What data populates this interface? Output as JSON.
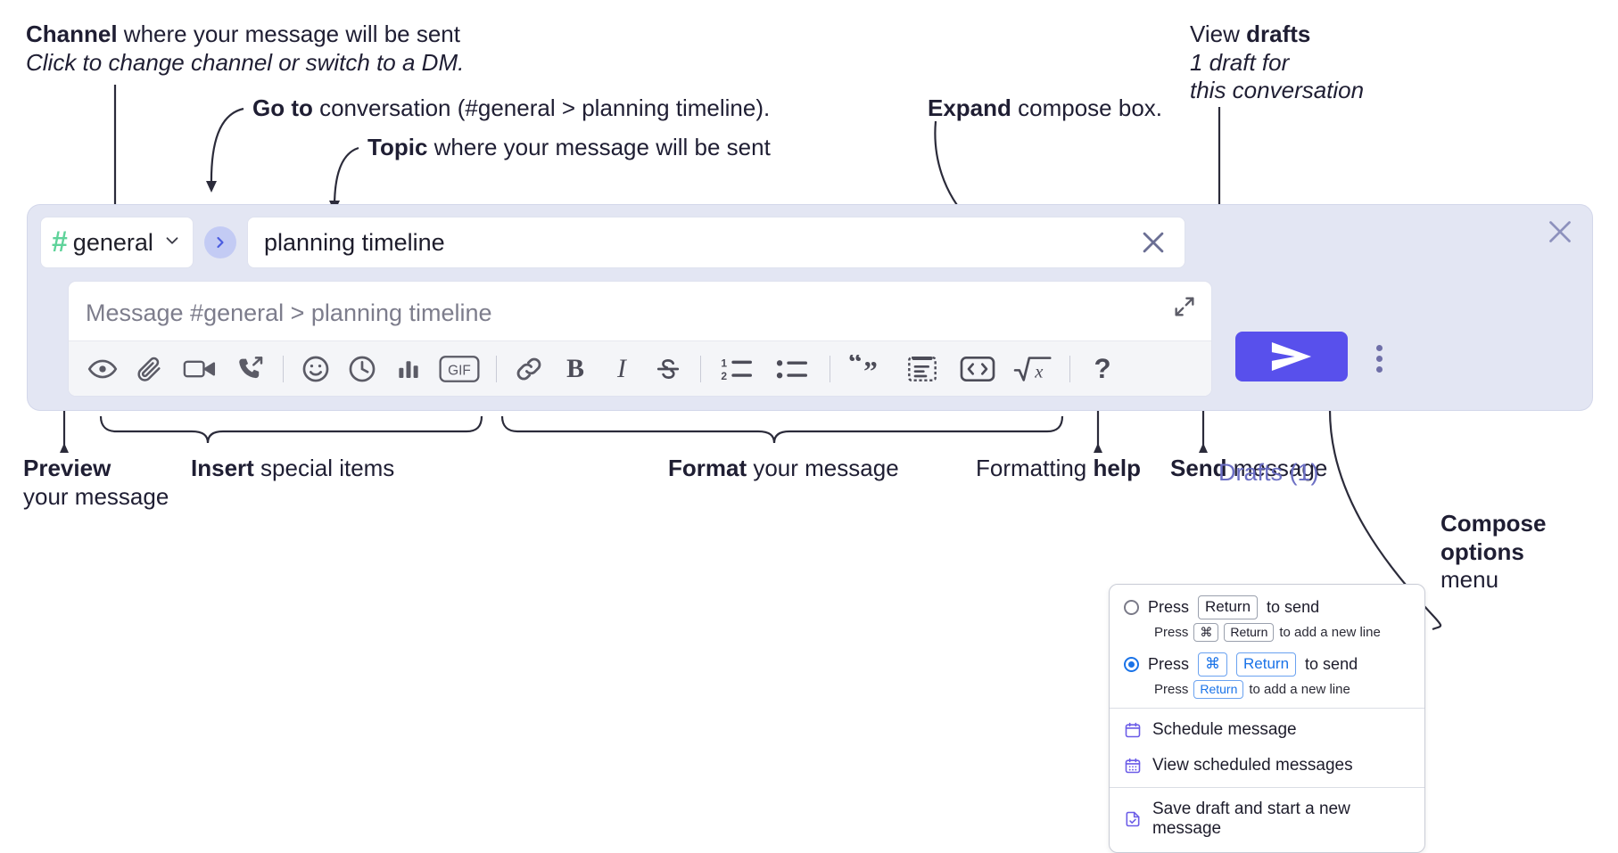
{
  "annotations": {
    "channel": {
      "bold": "Channel",
      "rest": " where your message will be sent",
      "sub": "Click to change channel or switch to a DM."
    },
    "goto": {
      "bold": "Go to",
      "rest": " conversation (#general > planning timeline)."
    },
    "topic": {
      "bold": "Topic",
      "rest": " where your message will be sent"
    },
    "expand": {
      "bold": "Expand",
      "rest": " compose box."
    },
    "drafts": {
      "line1a": "View ",
      "line1b": "drafts",
      "line2": "1 draft for",
      "line3": "this conversation"
    },
    "preview": {
      "bold": "Preview",
      "rest": "your message"
    },
    "insert": {
      "bold": "Insert",
      "rest": " special items"
    },
    "format": {
      "bold": "Format",
      "rest": " your message"
    },
    "help": {
      "pre": "Formatting ",
      "bold": "help"
    },
    "send": {
      "bold": "Send",
      "rest": " message"
    },
    "compose_options": {
      "line1": "Compose",
      "line2": "options",
      "line3": "menu"
    }
  },
  "compose": {
    "channel_name": "general",
    "channel_hash": "#",
    "chevron_icon": "chevron-down-icon",
    "goto_icon": "chevron-right-icon",
    "topic_value": "planning timeline",
    "topic_clear_icon": "close-icon",
    "message_placeholder": "Message #general > planning timeline",
    "expand_icon": "expand-diagonal-icon",
    "panel_close_icon": "close-icon",
    "drafts_label": "Drafts (1)",
    "send_icon": "send-paper-plane-icon",
    "more_icon": "kebab-menu-icon",
    "accent_color": "#5850ec",
    "panel_bg": "#e3e6f3",
    "hash_color": "#5fd39a",
    "drafts_color": "#6c6fc4",
    "toolbar": [
      {
        "name": "preview-icon",
        "label": "Preview"
      },
      {
        "name": "attachment-icon",
        "label": "Attach file"
      },
      {
        "name": "video-camera-icon",
        "label": "Record video clip"
      },
      {
        "name": "phone-forward-icon",
        "label": "Record audio clip"
      },
      {
        "name": "divider",
        "label": ""
      },
      {
        "name": "emoji-icon",
        "label": "Emoji"
      },
      {
        "name": "clock-icon",
        "label": "Reminder"
      },
      {
        "name": "bar-chart-icon",
        "label": "Poll"
      },
      {
        "name": "gif-icon",
        "label": "GIF"
      },
      {
        "name": "divider",
        "label": ""
      },
      {
        "name": "link-icon",
        "label": "Link"
      },
      {
        "name": "bold-icon",
        "label": "B"
      },
      {
        "name": "italic-icon",
        "label": "I"
      },
      {
        "name": "strikethrough-icon",
        "label": "S"
      },
      {
        "name": "divider",
        "label": ""
      },
      {
        "name": "ordered-list-icon",
        "label": "Ordered list"
      },
      {
        "name": "bullet-list-icon",
        "label": "Bulleted list"
      },
      {
        "name": "divider",
        "label": ""
      },
      {
        "name": "blockquote-icon",
        "label": "Blockquote"
      },
      {
        "name": "code-block-icon",
        "label": "Code block"
      },
      {
        "name": "inline-code-icon",
        "label": "Code"
      },
      {
        "name": "math-icon",
        "label": "Math"
      },
      {
        "name": "divider",
        "label": ""
      },
      {
        "name": "help-icon",
        "label": "?"
      }
    ]
  },
  "options_menu": {
    "radio1": {
      "selected": false,
      "pre": "Press",
      "key": "Return",
      "post": "to send",
      "sub_pre": "Press",
      "sub_key1": "⌘",
      "sub_key2": "Return",
      "sub_post": "to add a new line"
    },
    "radio2": {
      "selected": true,
      "pre": "Press",
      "key1": "⌘",
      "key2": "Return",
      "post": "to send",
      "sub_pre": "Press",
      "sub_key": "Return",
      "sub_post": "to add a new line"
    },
    "items": [
      {
        "icon": "calendar-icon",
        "label": "Schedule message"
      },
      {
        "icon": "calendar-grid-icon",
        "label": "View scheduled messages"
      },
      {
        "icon": "save-draft-icon",
        "label": "Save draft and start a new message"
      }
    ],
    "icon_color": "#6b5ce7",
    "selected_color": "#1a73e8"
  }
}
